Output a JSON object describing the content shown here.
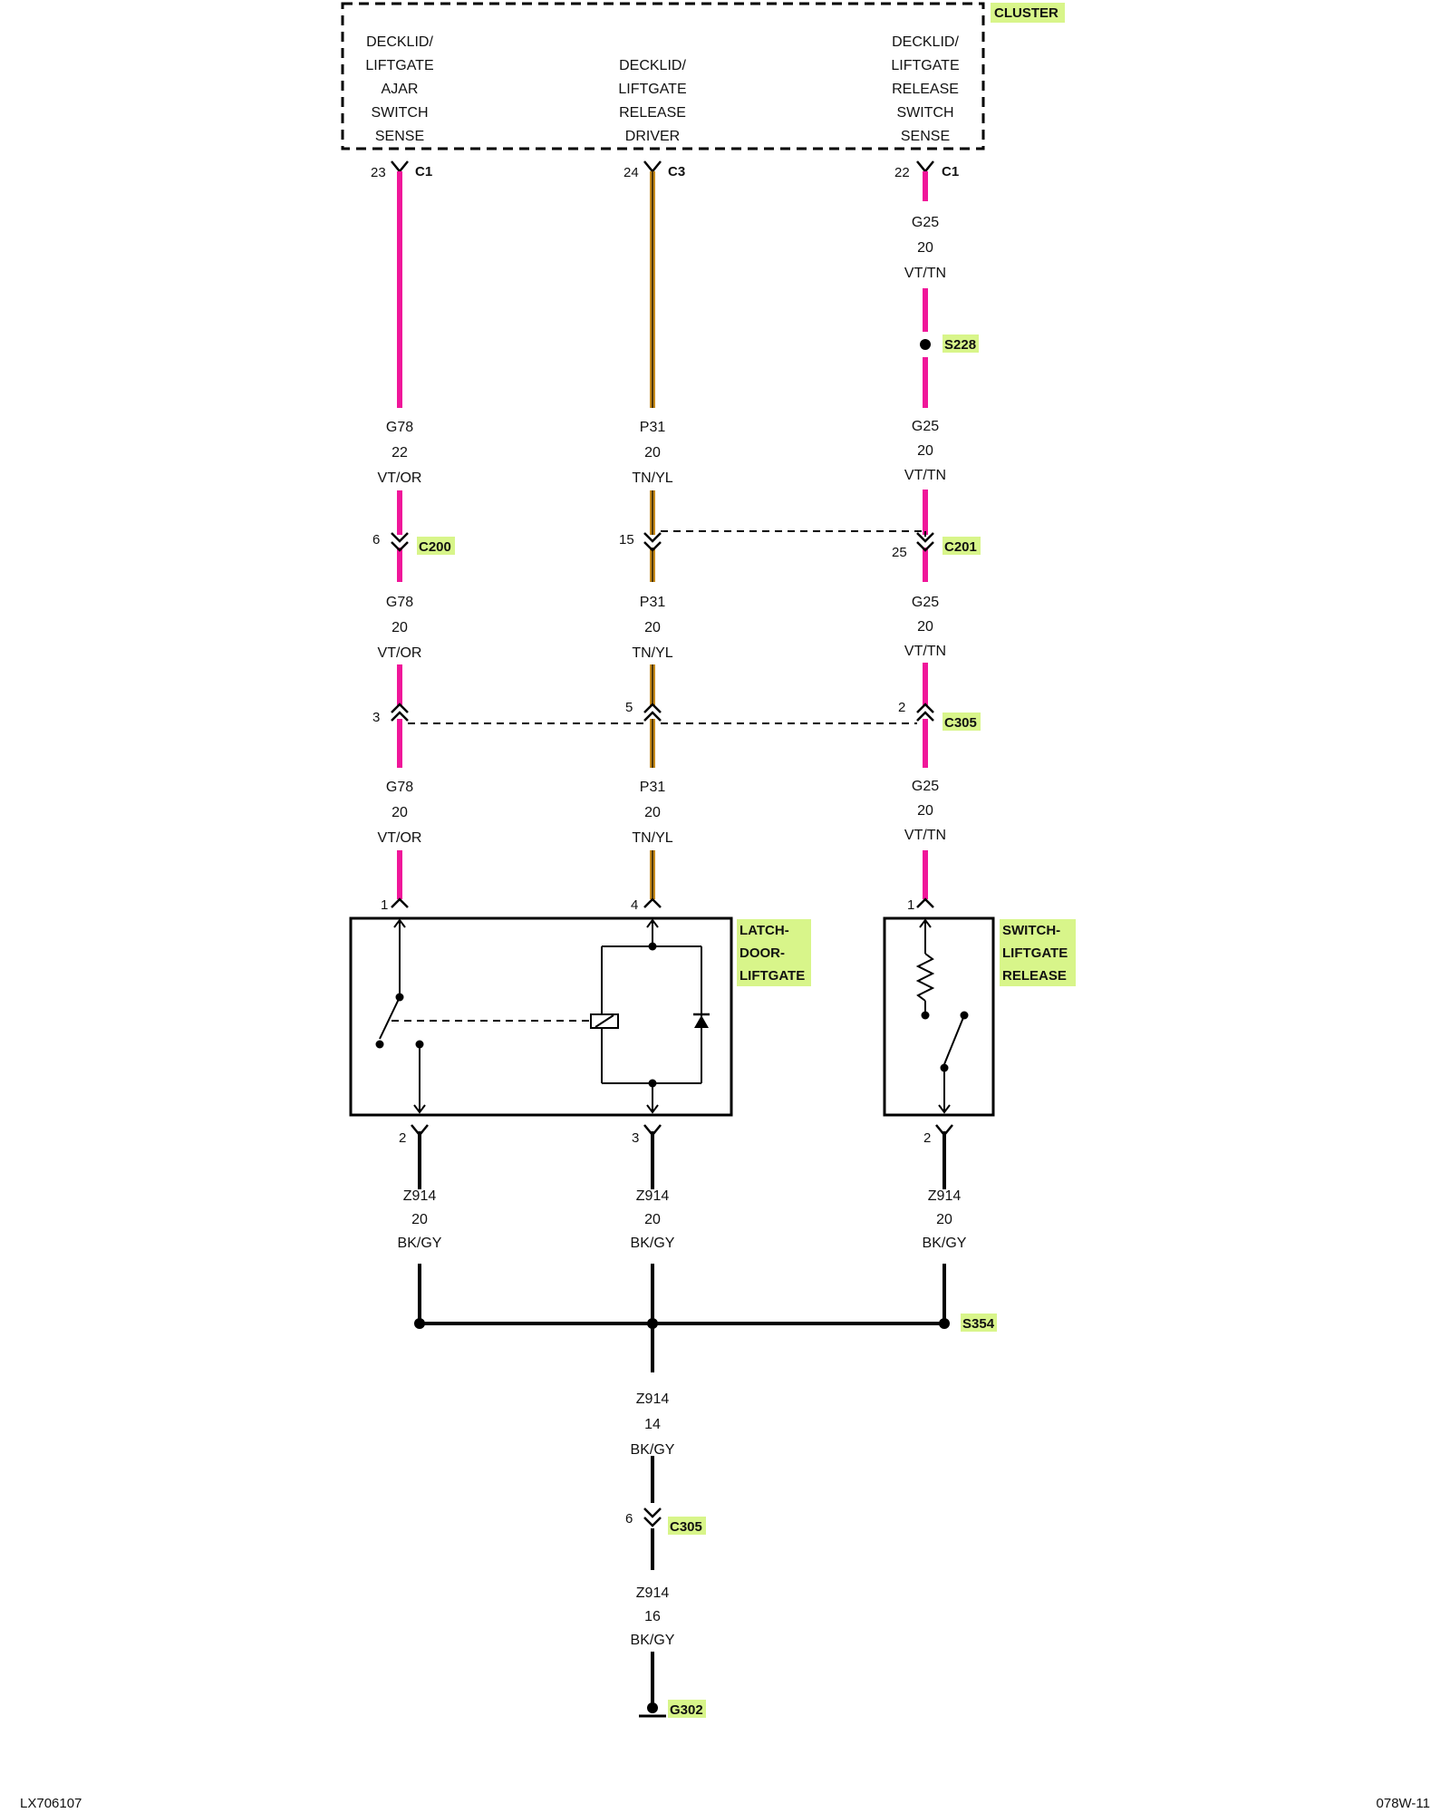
{
  "colors": {
    "vt_wire": "#f0169a",
    "tn_wire": "#c58a1c",
    "tn_stripe": "#000000",
    "ground_wire": "#000000",
    "label_highlight": "#d8f58a"
  },
  "cluster": {
    "name": "CLUSTER",
    "ajar_sense_lines": [
      "DECKLID/",
      "LIFTGATE",
      "AJAR",
      "SWITCH",
      "SENSE"
    ],
    "release_driver_lines": [
      "DECKLID/",
      "LIFTGATE",
      "RELEASE",
      "DRIVER"
    ],
    "release_sense_lines": [
      "DECKLID/",
      "LIFTGATE",
      "RELEASE",
      "SWITCH",
      "SENSE"
    ]
  },
  "cluster_pins": {
    "left": {
      "pin": "23",
      "conn": "C1"
    },
    "mid": {
      "pin": "24",
      "conn": "C3"
    },
    "right": {
      "pin": "22",
      "conn": "C1"
    }
  },
  "wires": {
    "right_top": [
      "G25",
      "20",
      "VT/TN"
    ],
    "left_1": [
      "G78",
      "22",
      "VT/OR"
    ],
    "mid_1": [
      "P31",
      "20",
      "TN/YL"
    ],
    "right_1": [
      "G25",
      "20",
      "VT/TN"
    ],
    "left_2": [
      "G78",
      "20",
      "VT/OR"
    ],
    "mid_2": [
      "P31",
      "20",
      "TN/YL"
    ],
    "right_2": [
      "G25",
      "20",
      "VT/TN"
    ],
    "left_3": [
      "G78",
      "20",
      "VT/OR"
    ],
    "mid_3": [
      "P31",
      "20",
      "TN/YL"
    ],
    "right_3": [
      "G25",
      "20",
      "VT/TN"
    ],
    "gnd_left": [
      "Z914",
      "20",
      "BK/GY"
    ],
    "gnd_mid": [
      "Z914",
      "20",
      "BK/GY"
    ],
    "gnd_right": [
      "Z914",
      "20",
      "BK/GY"
    ],
    "gnd_trunk": [
      "Z914",
      "14",
      "BK/GY"
    ],
    "gnd_final": [
      "Z914",
      "16",
      "BK/GY"
    ]
  },
  "splices": {
    "s228": "S228",
    "s354": "S354"
  },
  "connectors": {
    "c200": {
      "name": "C200",
      "left_pin": "6"
    },
    "c201": {
      "name": "C201",
      "mid_pin": "15",
      "right_pin": "25"
    },
    "c305_upper": {
      "name": "C305",
      "left_pin": "3",
      "mid_pin": "5",
      "right_pin": "2"
    },
    "c305_lower": {
      "name": "C305",
      "pin": "6"
    }
  },
  "latch": {
    "name_lines": [
      "LATCH-",
      "DOOR-",
      "LIFTGATE"
    ],
    "pin_top_left": "1",
    "pin_top_right": "4",
    "pin_bot_left": "2",
    "pin_bot_right": "3"
  },
  "release_switch": {
    "name_lines": [
      "SWITCH-",
      "LIFTGATE",
      "RELEASE"
    ],
    "pin_top": "1",
    "pin_bot": "2"
  },
  "ground": {
    "name": "G302"
  },
  "footer": {
    "left_code": "LX706107",
    "right_code": "078W-11"
  }
}
